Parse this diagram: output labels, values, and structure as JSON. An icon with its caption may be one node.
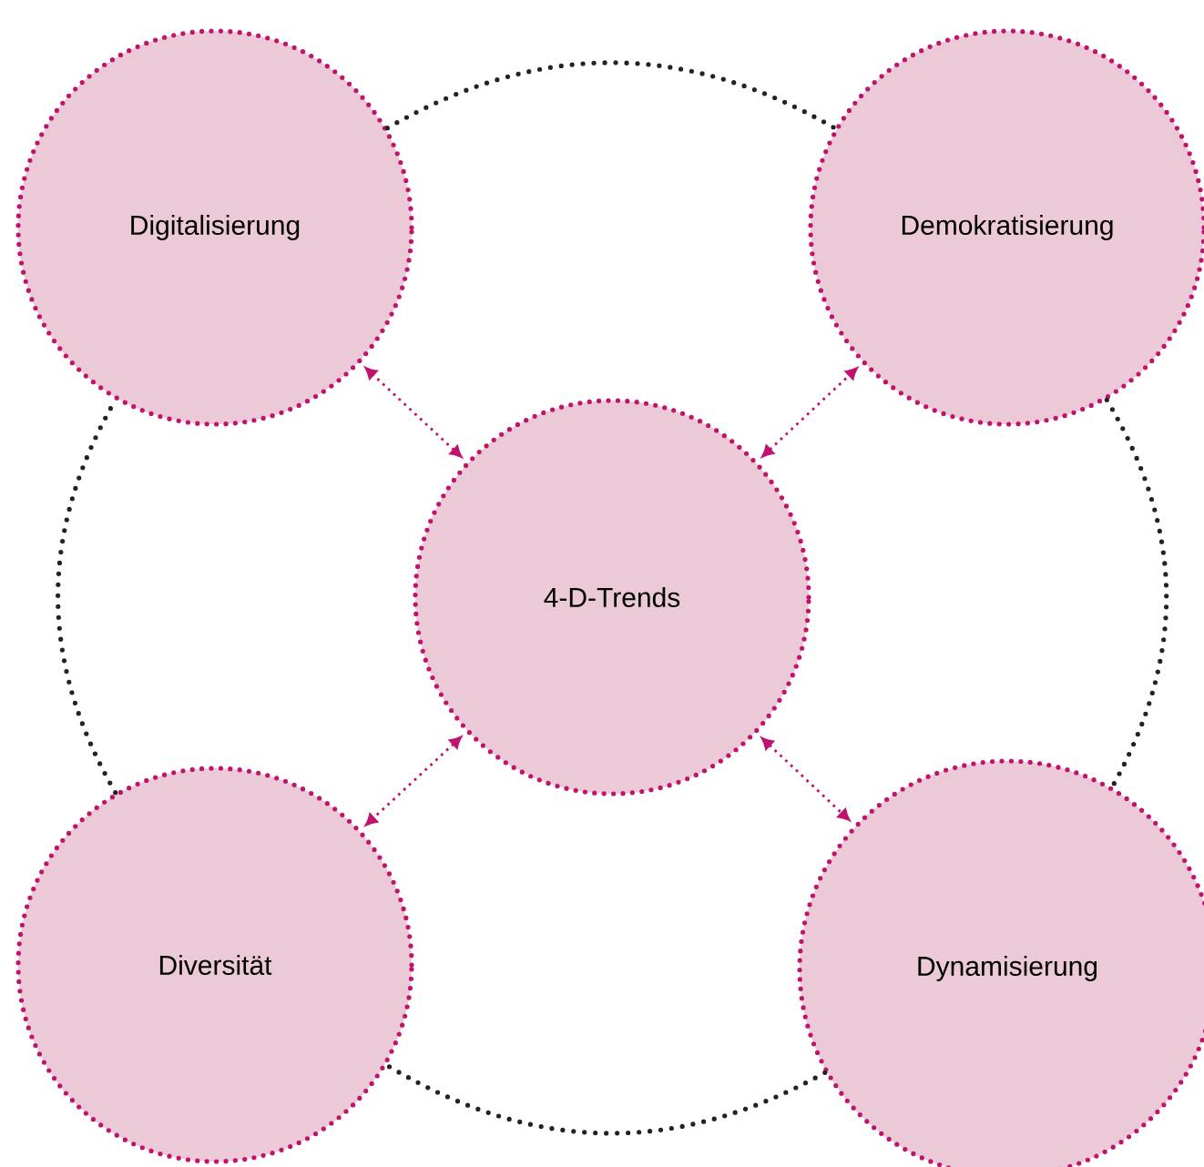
{
  "diagram": {
    "nodes": [
      {
        "text": [
          "Digitalisierung"
        ]
      },
      {
        "text": [
          "Demokratisierung"
        ]
      },
      {
        "text": [
          "4-D-Trends"
        ]
      },
      {
        "text": [
          "Diversität"
        ]
      },
      {
        "text": [
          "Dynamisierung"
        ]
      }
    ],
    "edges": [
      {
        "from": 2,
        "to": 0,
        "arrow": "both",
        "color": "#c0136e"
      },
      {
        "from": 2,
        "to": 1,
        "arrow": "both",
        "color": "#c0136e"
      },
      {
        "from": 2,
        "to": 3,
        "arrow": "both",
        "color": "#c0136e"
      },
      {
        "from": 2,
        "to": 4,
        "arrow": "both",
        "color": "#c0136e"
      },
      {
        "from": 0,
        "to": 1,
        "arrow": "none",
        "color": "#222222"
      },
      {
        "from": 1,
        "to": 4,
        "arrow": "none",
        "color": "#222222"
      },
      {
        "from": 4,
        "to": 3,
        "arrow": "none",
        "color": "#222222"
      },
      {
        "from": 3,
        "to": 0,
        "arrow": "none",
        "color": "#222222"
      }
    ]
  }
}
